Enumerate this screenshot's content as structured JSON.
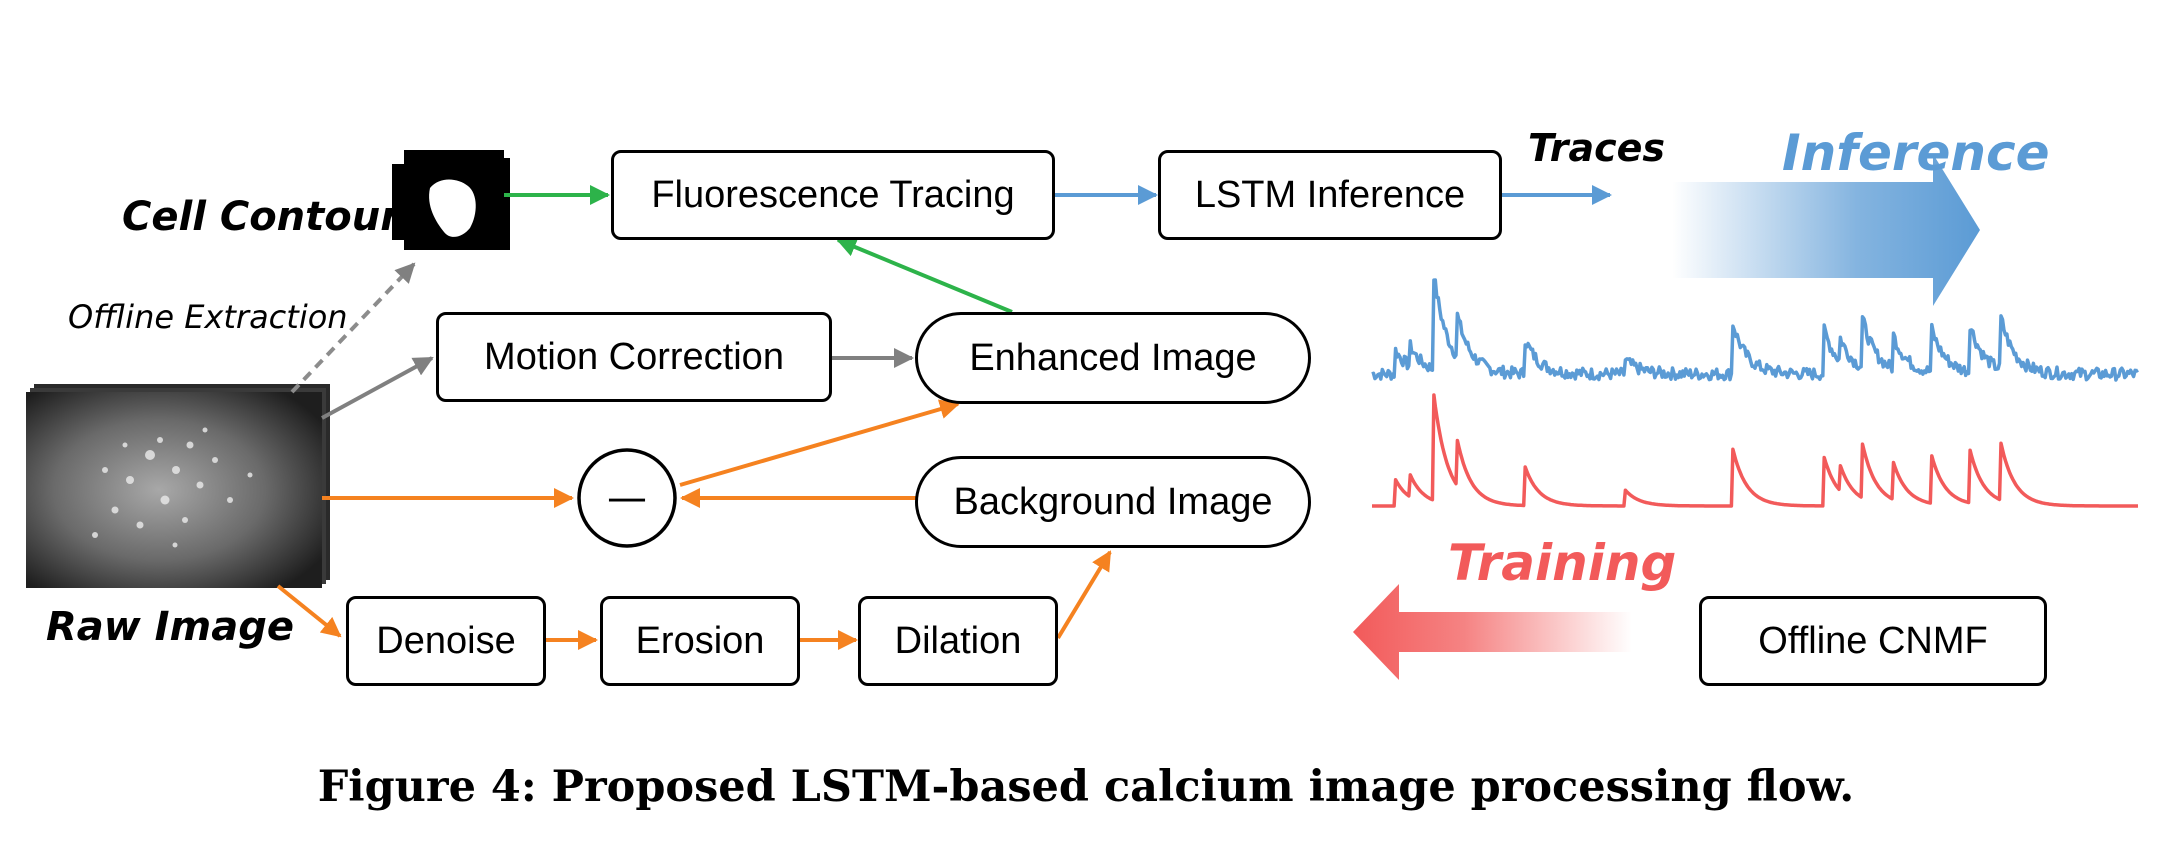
{
  "labels": {
    "cell_contours": "Cell Contours",
    "offline_extraction": "Offline Extraction",
    "raw_image": "Raw Image",
    "traces": "Traces",
    "inference": "Inference",
    "training": "Training"
  },
  "boxes": {
    "fluorescence_tracing": "Fluorescence Tracing",
    "lstm_inference": "LSTM Inference",
    "motion_correction": "Motion Correction",
    "enhanced_image": "Enhanced Image",
    "background_image": "Background Image",
    "denoise": "Denoise",
    "erosion": "Erosion",
    "dilation": "Dilation",
    "offline_cnmf": "Offline CNMF"
  },
  "subtract_symbol": "—",
  "caption": "Figure 4: Proposed LSTM-based calcium image processing flow.",
  "colors": {
    "green_arrow": "#2db34a",
    "blue_arrow": "#5b9bd5",
    "gray_arrow": "#808080",
    "orange_arrow": "#f58220",
    "inference_text": "#5b9bd5",
    "training_text": "#f25a5a",
    "trace_blue": "#5b9bd5",
    "trace_red": "#f25a5a"
  }
}
